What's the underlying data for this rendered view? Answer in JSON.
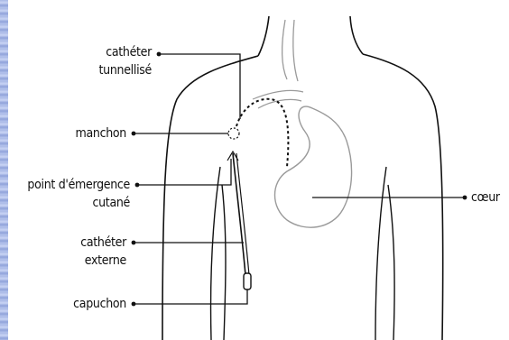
{
  "labels": {
    "catheter_tunnellise_line1": "cathéter",
    "catheter_tunnellise_line2": "tunnellisé",
    "manchon": "manchon",
    "point_emergence_line1": "point d'émergence",
    "point_emergence_line2": "cutané",
    "catheter_externe_line1": "cathéter",
    "catheter_externe_line2": "externe",
    "capuchon": "capuchon",
    "coeur": "cœur"
  },
  "colors": {
    "line": "#111111",
    "heart_outline": "#9a9a9a",
    "border_stripe": "#a9b8e6"
  }
}
